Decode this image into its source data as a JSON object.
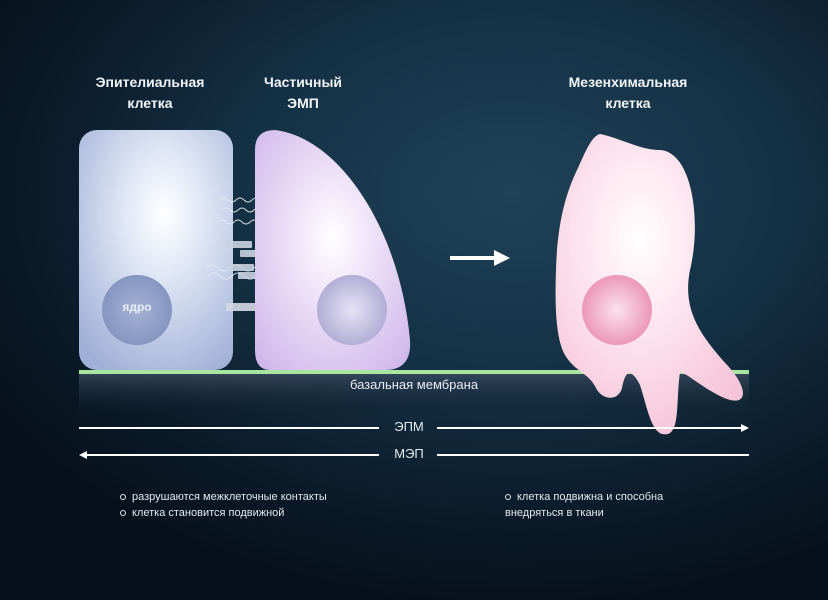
{
  "labels": {
    "epithelial_line1": "Эпителиальная",
    "epithelial_line2": "клетка",
    "partial_line1": "Частичный",
    "partial_line2": "ЭМП",
    "mesenchymal_line1": "Мезенхимальная",
    "mesenchymal_line2": "клетка"
  },
  "nucleus_label": "ядро",
  "membrane_label": "базальная мембрана",
  "arrows": {
    "forward_label": "ЭПМ",
    "reverse_label": "МЭП"
  },
  "bullets_left": [
    "разрушаются межклеточные контакты",
    "клетка становится подвижной"
  ],
  "bullets_right": {
    "line1": "клетка подвижна и способна",
    "line2": "внедряться в ткани"
  },
  "colors": {
    "background": "#0b1c2b",
    "epithelial_cell": "#b8c6e6",
    "partial_cell": "#d9c6ee",
    "mesenchymal_cell": "#f8cfe0",
    "membrane": "#a8e6a0"
  }
}
